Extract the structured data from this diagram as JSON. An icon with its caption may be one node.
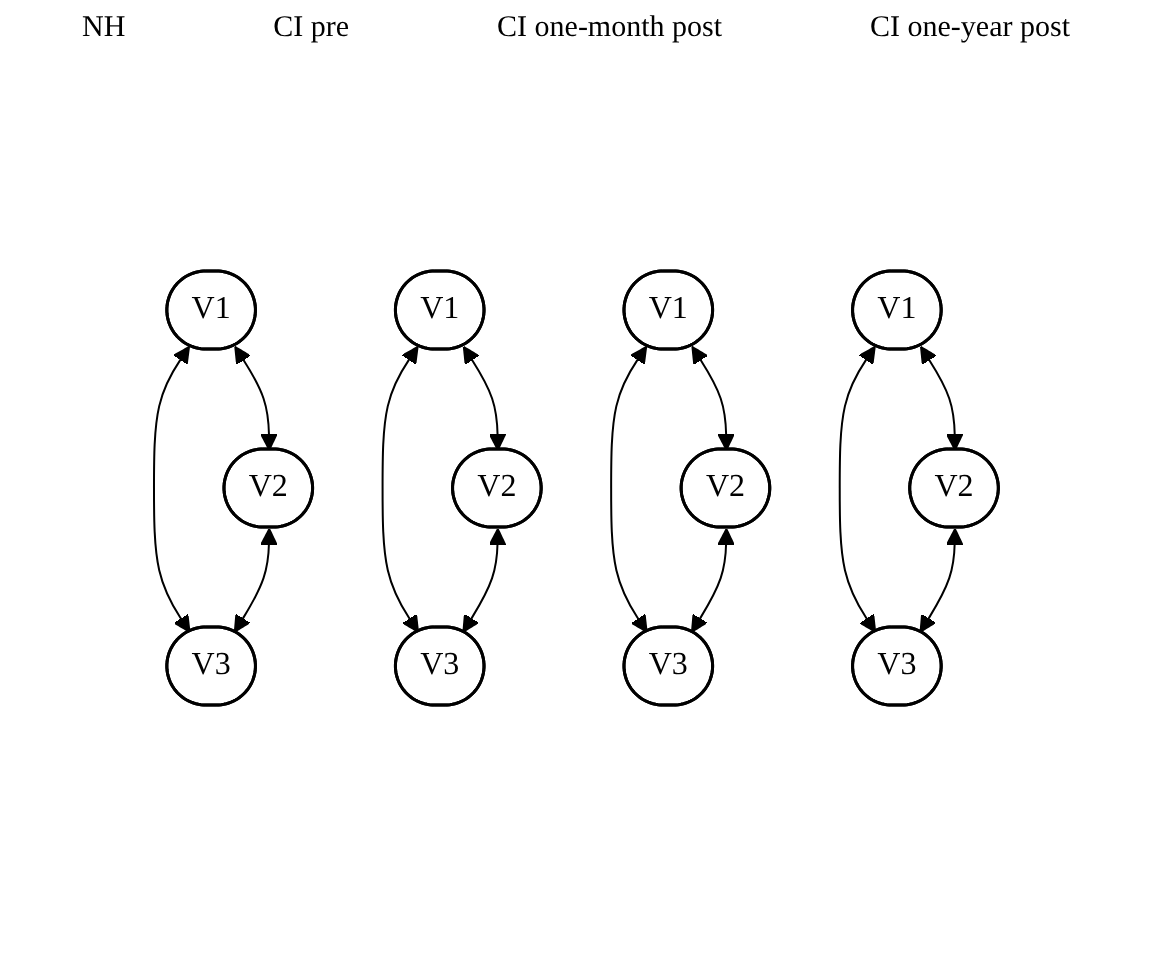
{
  "diagram": {
    "nodes": [
      {
        "text": [
          "V1"
        ]
      },
      {
        "text": [
          "V2"
        ]
      },
      {
        "text": [
          "V3"
        ]
      },
      {
        "text": [
          "V1"
        ]
      },
      {
        "text": [
          "V2"
        ]
      },
      {
        "text": [
          "V3"
        ]
      },
      {
        "text": [
          "V1"
        ]
      },
      {
        "text": [
          "V2"
        ]
      },
      {
        "text": [
          "V3"
        ]
      },
      {
        "text": [
          "V1"
        ]
      },
      {
        "text": [
          "V2"
        ]
      },
      {
        "text": [
          "V3"
        ]
      }
    ],
    "edges": [
      {
        "from": 0,
        "to": 1,
        "arrow": "both"
      },
      {
        "from": 0,
        "to": 2,
        "arrow": "both"
      },
      {
        "from": 1,
        "to": 2,
        "arrow": "both"
      },
      {
        "from": 3,
        "to": 4,
        "arrow": "both"
      },
      {
        "from": 3,
        "to": 5,
        "arrow": "both"
      },
      {
        "from": 4,
        "to": 5,
        "arrow": "both"
      },
      {
        "from": 6,
        "to": 7,
        "arrow": "both"
      },
      {
        "from": 6,
        "to": 8,
        "arrow": "both"
      },
      {
        "from": 7,
        "to": 8,
        "arrow": "both"
      },
      {
        "from": 9,
        "to": 10,
        "arrow": "both"
      },
      {
        "from": 9,
        "to": 11,
        "arrow": "both"
      },
      {
        "from": 10,
        "to": 11,
        "arrow": "both"
      }
    ],
    "labels": [
      "NH",
      "CI pre",
      "CI one-month post",
      "CI one-year post"
    ]
  }
}
